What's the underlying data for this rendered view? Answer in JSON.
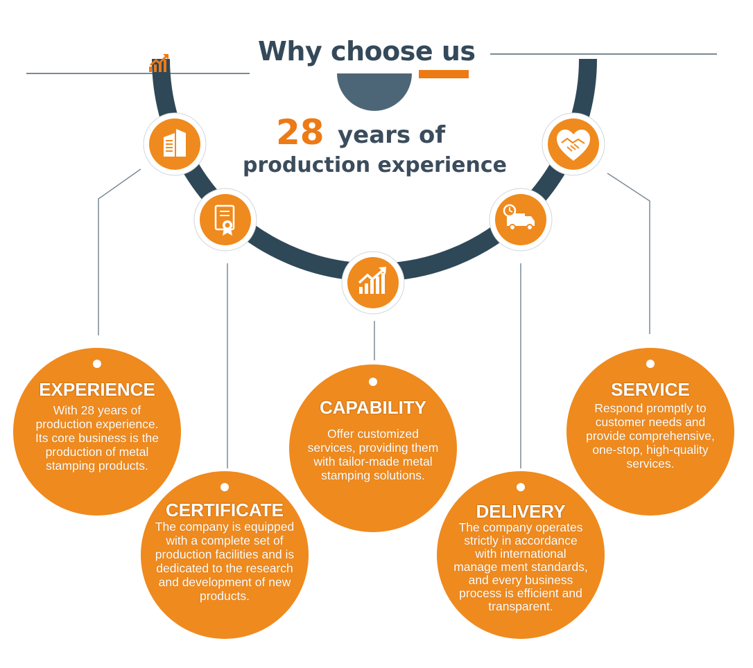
{
  "header": {
    "title": "Why choose us",
    "years_number": "28",
    "years_text": "years of",
    "experience_text": "production experience"
  },
  "colors": {
    "orange": "#ef8a1e",
    "accent_orange": "#ec7a15",
    "navy": "#2f4858",
    "slate": "#4c6373",
    "line_gray": "#7a8a96"
  },
  "icons": [
    "building-icon",
    "certificate-icon",
    "growth-chart-icon",
    "delivery-truck-icon",
    "handshake-heart-icon"
  ],
  "circles": [
    {
      "title": "EXPERIENCE",
      "description": "With 28 years of production experience. Its core business is the production of metal stamping products."
    },
    {
      "title": "CERTIFICATE",
      "description": "The company is equipped with a complete set of production facilities and is dedicated to the research and development of new products."
    },
    {
      "title": "CAPABILITY",
      "description": "Offer customized services, providing them with tailor-made metal stamping solutions."
    },
    {
      "title": "DELIVERY",
      "description": "The company operates strictly in accordance with international manage ment standards, and every business process is efficient and transparent."
    },
    {
      "title": "SERVICE",
      "description": "Respond promptly to customer needs and provide comprehensive, one-stop, high-quality services."
    }
  ]
}
